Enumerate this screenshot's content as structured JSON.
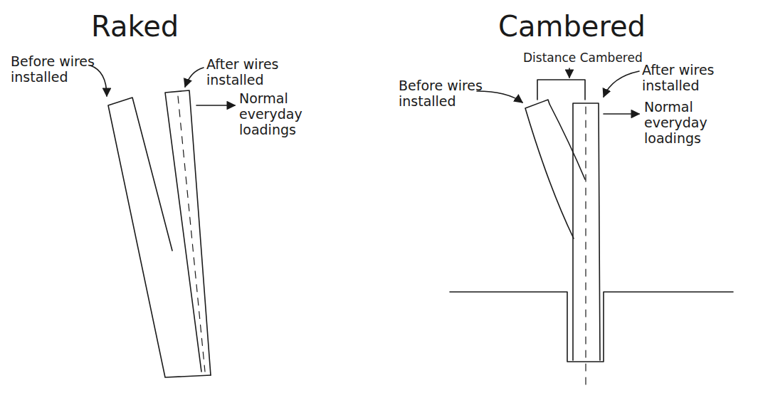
{
  "diagram": {
    "labels": [
      "Raked",
      "Before wires installed",
      "After wires installed",
      "Normal everyday loadings",
      "Cambered",
      "Distance Cambered",
      "Before wires installed",
      "After wires installed",
      "Normal everyday loadings"
    ]
  }
}
